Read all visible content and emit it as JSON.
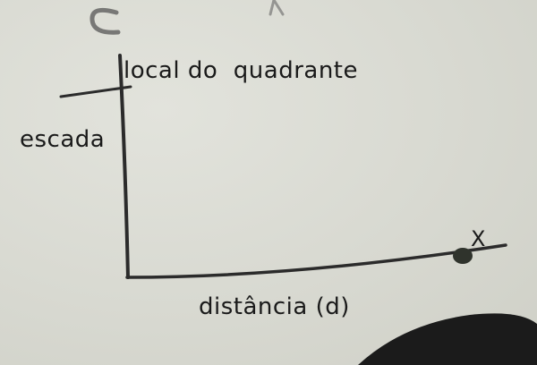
{
  "labels": {
    "quadrant_location": "local do  quadrante",
    "ladder": "escada",
    "distance": "distância (d)",
    "point": "X"
  },
  "colors": {
    "board": "#d9dad2",
    "ink": "#1a1a1a",
    "pen_line": "#2b2b2b"
  }
}
